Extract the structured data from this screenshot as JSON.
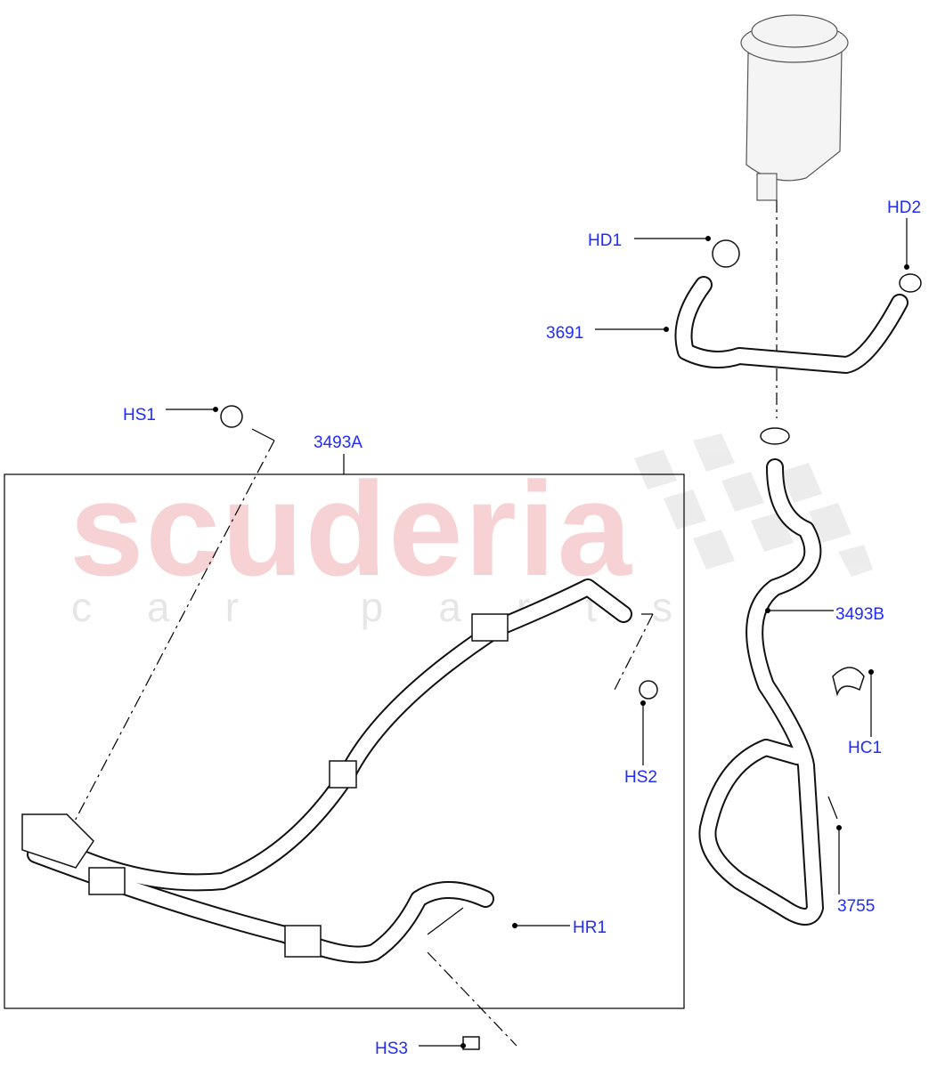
{
  "watermark": {
    "brand": "scuderia",
    "tagline": "car parts"
  },
  "labels": {
    "hd1": "HD1",
    "hd2": "HD2",
    "p3691": "3691",
    "hs1": "HS1",
    "p3493a": "3493A",
    "p3493b": "3493B",
    "hc1": "HC1",
    "hs2": "HS2",
    "p3755": "3755",
    "hr1": "HR1",
    "hs3": "HS3"
  },
  "colors": {
    "label": "#1f2bff",
    "watermark_brand": "#f7d2d4",
    "watermark_tagline": "#e6e6e6"
  }
}
